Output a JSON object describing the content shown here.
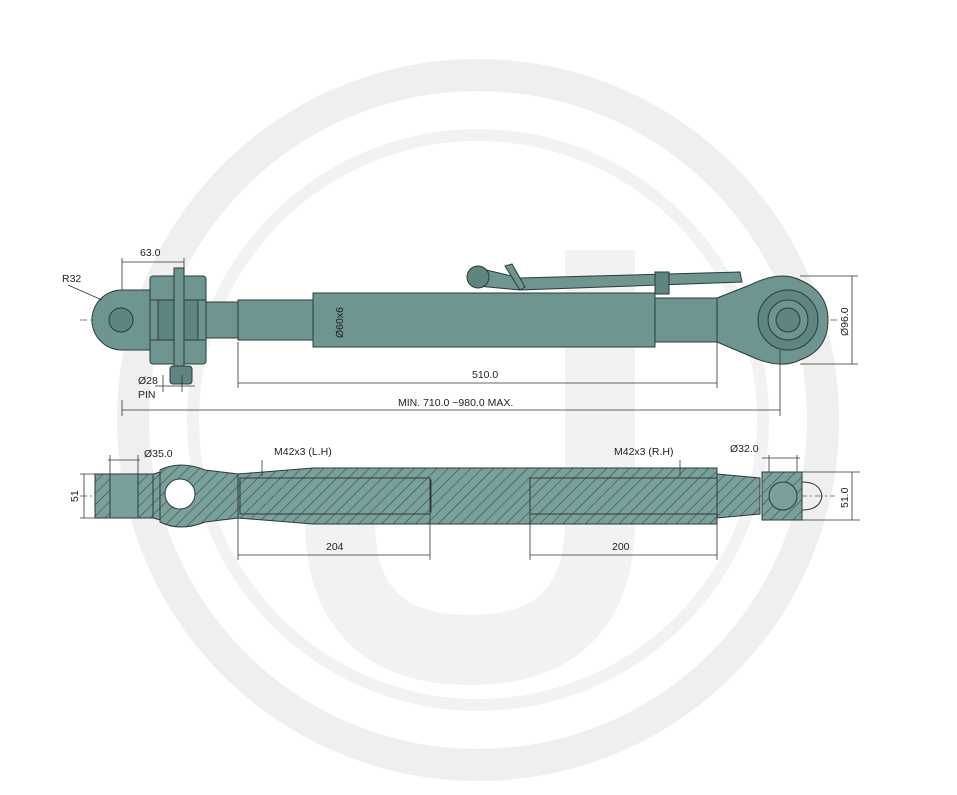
{
  "colors": {
    "part": "#6f9590",
    "part_dark": "#5e8580",
    "outline": "#2b3b3a",
    "watermark": "#ececec"
  },
  "watermark": {
    "icon": "circle-logo-watermark"
  },
  "top_view": {
    "width_top": "63.0",
    "radius": "R32",
    "pin_diameter": "Ø28",
    "pin_label": "PIN",
    "tube": "Ø60x6",
    "tube_length": "510.0",
    "ball_diameter": "Ø96.0",
    "overall_length": "MIN. 710.0 ~980.0 MAX."
  },
  "section_view": {
    "left_bore": "Ø35.0",
    "left_thread": "M42x3 (L.H)",
    "right_thread": "M42x3 (R.H)",
    "right_bore": "Ø32.0",
    "left_height": "51",
    "right_height": "51.0",
    "left_thread_length": "204",
    "right_thread_length": "200"
  }
}
